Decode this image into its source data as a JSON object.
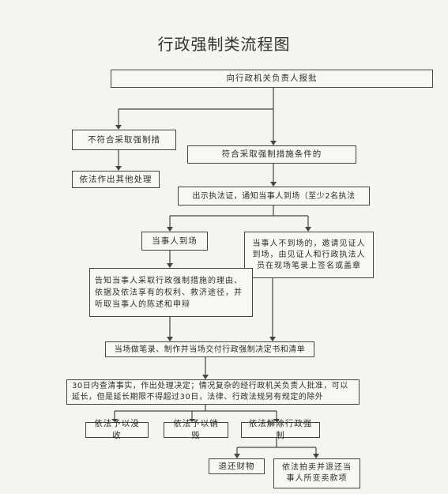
{
  "title": "行政强制类流程图",
  "nodes": {
    "report": "向行政机关负责人报批",
    "not_meet": "不符合采取强制措",
    "other": "依法作出其他处理",
    "meet": "符合采取强制措施条件的",
    "notify": "出示执法证，通知当事人到场（至少2名执法",
    "present": "当事人到场",
    "absent": "当事人不到场的，邀请见证人到场，由见证人和行政执法人员在现场笔录上签名或盖章",
    "inform": "告知当事人采取行政强制措施的理由、依据及依法享有的权利、救济途径，并听取当事人的陈述和申辩",
    "record": "当场做笔录、制作并当场交付行政强制决定书和清单",
    "decision": "30日内查清事实，作出处理决定；情况复杂的经行政机关负责人批准，可以延长，但是延长期限不得超过30日，法律、行政法规另有规定的除外",
    "confiscate": "依法予以没收",
    "destroy": "依法予以销毁",
    "release": "依法解除行政强制",
    "return": "退还财物",
    "auction": "依法拍卖并退还当事人所变卖款项"
  }
}
